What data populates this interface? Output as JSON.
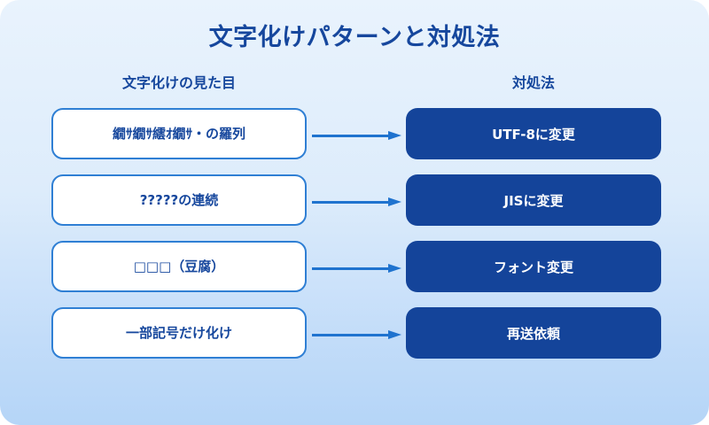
{
  "title": "文字化けパターンと対処法",
  "columns": {
    "left_header": "文字化けの見た目",
    "right_header": "対処法"
  },
  "colors": {
    "title_text": "#16479d",
    "background_top": "#e9f3fd",
    "background_bottom": "#b5d5f7",
    "symptom_border": "#2f7fd4",
    "symptom_fill": "#ffffff",
    "symptom_text": "#16479d",
    "solution_fill": "#14449a",
    "solution_text": "#ffffff",
    "arrow": "#1f73cf"
  },
  "rows": [
    {
      "symptom": "繝ｻ繝ｻ繧ｵ繝ｻ・の羅列",
      "arrow": "arrow-right-icon",
      "solution": "UTF-8に変更"
    },
    {
      "symptom": "?????の連続",
      "arrow": "arrow-right-icon",
      "solution": "JISに変更"
    },
    {
      "symptom": "□□□（豆腐）",
      "arrow": "arrow-right-icon",
      "solution": "フォント変更"
    },
    {
      "symptom": "一部記号だけ化け",
      "arrow": "arrow-right-icon",
      "solution": "再送依頼"
    }
  ]
}
